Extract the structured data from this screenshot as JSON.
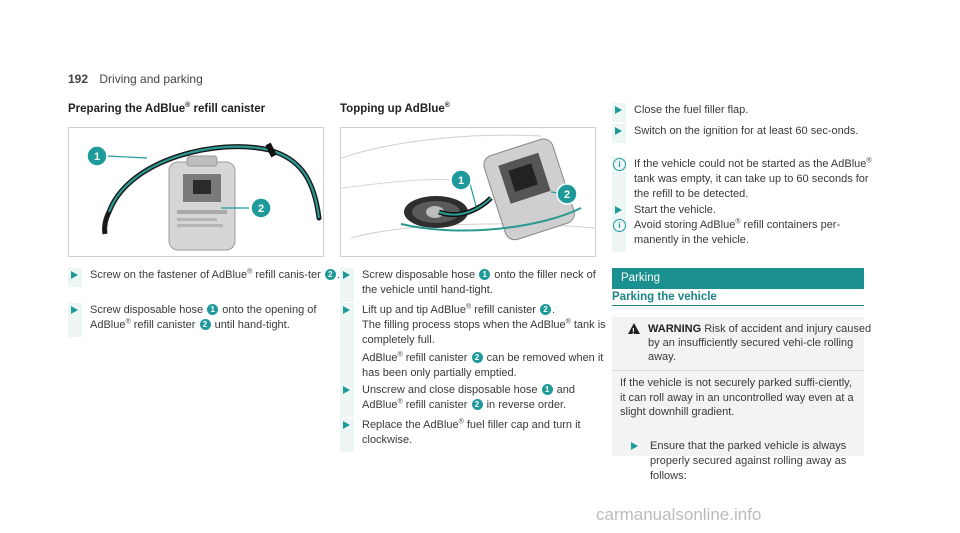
{
  "header": {
    "page_number": "192",
    "chapter": "Driving and parking"
  },
  "col1": {
    "heading": {
      "pre": "Preparing the AdBlue",
      "reg": "®",
      "post": " refill canister"
    },
    "figure": {
      "callouts": [
        "1",
        "2"
      ]
    },
    "steps": [
      {
        "a": "Screw on the fastener of AdBlue",
        "reg": "®",
        "b": " refill canis-ter ",
        "n": "2",
        "c": "."
      },
      {
        "a": "Screw disposable hose ",
        "n1": "1",
        "b": " onto the opening of AdBlue",
        "reg": "®",
        "c": " refill canister ",
        "n2": "2",
        "d": " until hand-tight."
      }
    ]
  },
  "col2": {
    "heading": {
      "pre": "Topping up AdBlue",
      "reg": "®"
    },
    "figure": {
      "callouts": [
        "1",
        "2"
      ]
    },
    "step1": {
      "a": "Screw disposable hose ",
      "n": "1",
      "b": " onto the filler neck of the vehicle until hand-tight."
    },
    "step2": {
      "a": "Lift up and tip AdBlue",
      "reg": "®",
      "b": " refill canister ",
      "n": "2",
      "c": ".",
      "p2a": "The filling process stops when the AdBlue",
      "p2reg": "®",
      "p2b": " tank is completely full.",
      "p3a": "AdBlue",
      "p3reg": "®",
      "p3b": " refill canister ",
      "p3n": "2",
      "p3c": " can be removed when it has been only partially emptied."
    },
    "step3": {
      "a": "Unscrew and close disposable hose ",
      "n1": "1",
      "b": " and AdBlue",
      "reg": "®",
      "c": " refill canister ",
      "n2": "2",
      "d": " in reverse order."
    },
    "step4": {
      "a": "Replace the AdBlue",
      "reg": "®",
      "b": " fuel filler cap and turn it clockwise."
    }
  },
  "col3": {
    "step1": "Close the fuel filler flap.",
    "step2": "Switch on the ignition for at least 60 sec-onds.",
    "info1": {
      "a": "If the vehicle could not be started as the AdBlue",
      "reg": "®",
      "b": " tank was empty, it can take up to 60 seconds for the refill to be detected."
    },
    "step3": "Start the vehicle.",
    "info2": {
      "a": "Avoid storing AdBlue",
      "reg": "®",
      "b": " refill containers per-manently in the vehicle."
    },
    "section": "Parking",
    "subsection": "Parking the vehicle",
    "warning": {
      "label": "WARNING",
      "text": " Risk of accident and injury caused by an insufficiently secured vehi-cle rolling away.",
      "body": "If the vehicle is not securely parked suffi-ciently, it can roll away in an uncontrolled way even at a slight downhill gradient.",
      "step": "Ensure that the parked vehicle is always properly secured against rolling away as follows:"
    }
  },
  "footer": {
    "watermark": "carmanualsonline.info"
  },
  "colors": {
    "accent": "#1e9a9a",
    "section": "#1a9090"
  },
  "icons": [
    "step-triangle-icon",
    "info-icon",
    "warning-icon"
  ]
}
